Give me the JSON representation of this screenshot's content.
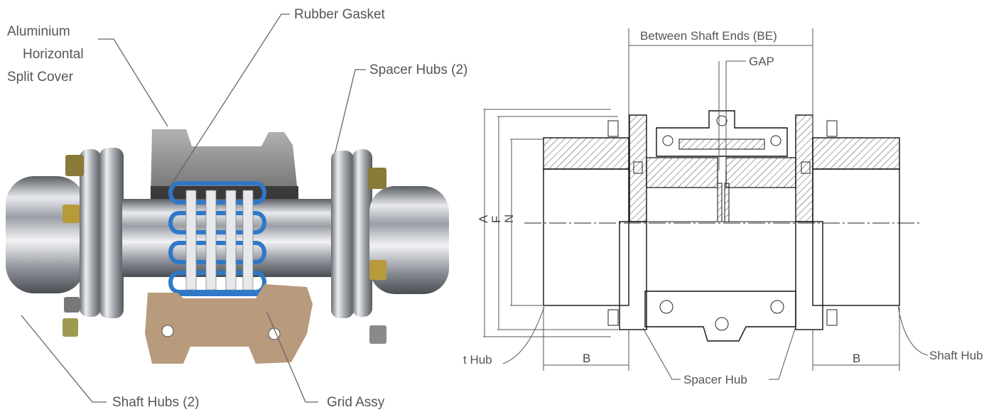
{
  "photo_labels": {
    "cover": [
      "Aluminium",
      "Horizontal",
      "Split Cover"
    ],
    "gasket": "Rubber Gasket",
    "spacer_hubs": "Spacer Hubs (2)",
    "shaft_hubs": "Shaft Hubs (2)",
    "grid": "Grid Assy"
  },
  "drawing_labels": {
    "be": "Between Shaft Ends (BE)",
    "gap": "GAP",
    "dim_a": "A",
    "dim_f": "F",
    "dim_n": "N",
    "b_left": "B",
    "b_right": "B",
    "shaft_hub_left": "t Hub",
    "shaft_hub_right": "Shaft Hub",
    "spacer_hub": "Spacer Hub"
  },
  "colors": {
    "grid_blue": "#2f78c8",
    "cover_gray": "#8d8d8d",
    "chrome": "#c9ccd0",
    "gasket_tan": "#b89a7c"
  }
}
